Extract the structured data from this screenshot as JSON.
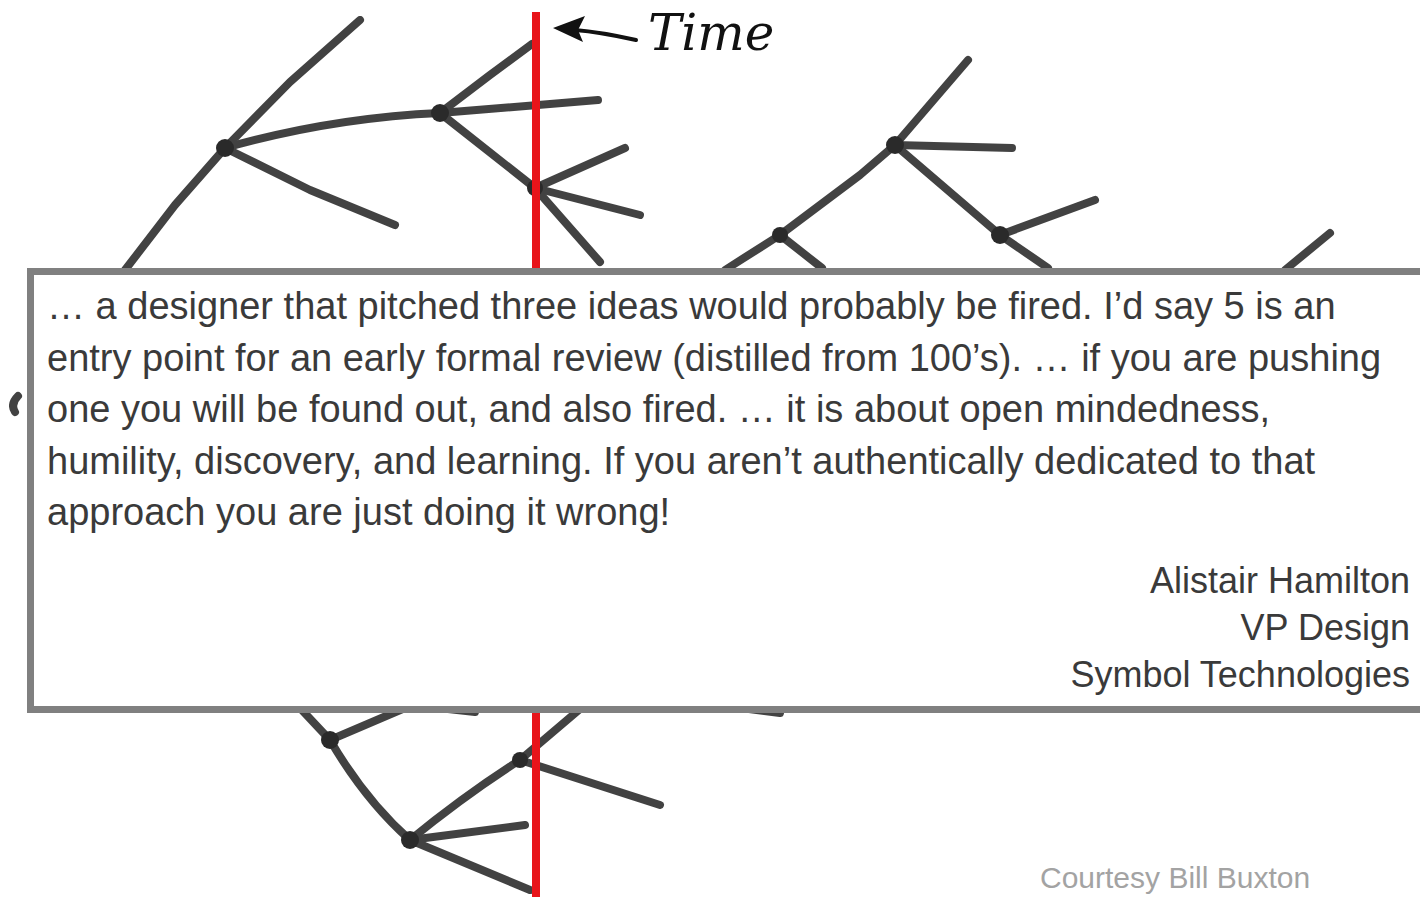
{
  "diagram": {
    "nodes": [
      {
        "text": [
          "… a designer that pitched three ideas would probably be fired. I’d say 5 is an entry point for an early formal review (distilled from 100’s). … if you are pushing one you will be found out, and also fired. … it is about open mindedness, humility, discovery, and learning. If you aren’t authentically dedicated to that approach you are just doing it wrong!",
          "Alistair Hamilton",
          "VP Design",
          "Symbol Technologies"
        ]
      }
    ],
    "labels": [
      "Time",
      "Courtesy Bill Buxton"
    ]
  }
}
